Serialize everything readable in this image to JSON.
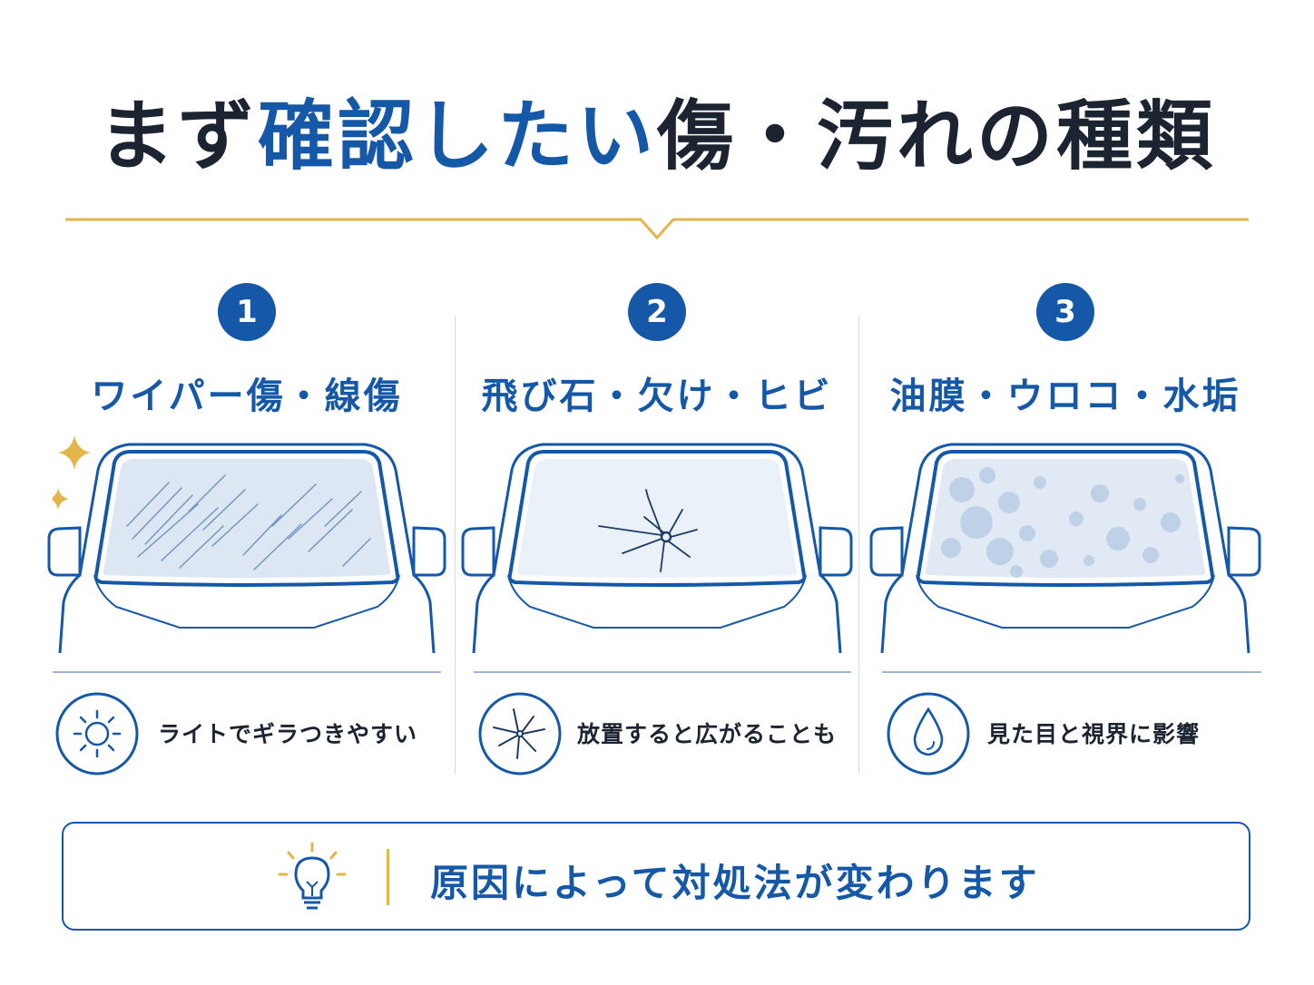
{
  "title": {
    "part1": "まず",
    "accent": "確認したい",
    "part2": "傷・汚れの種類"
  },
  "panels": [
    {
      "number": "1",
      "heading": "ワイパー傷・線傷",
      "note": "ライトでギラつきやすい",
      "icon": "sun-icon",
      "glass": "scratches"
    },
    {
      "number": "2",
      "heading": "飛び石・欠け・ヒビ",
      "note": "放置すると広がることも",
      "icon": "crack-icon",
      "glass": "chip-crack"
    },
    {
      "number": "3",
      "heading": "油膜・ウロコ・水垢",
      "note": "見た目と視界に影響",
      "icon": "water-drop-icon",
      "glass": "water-spots"
    }
  ],
  "footer": {
    "text": "原因によって対処法が変わります",
    "icon": "lightbulb-icon"
  },
  "colors": {
    "primary": "#1558a8",
    "accent_gold": "#e2b64b",
    "text": "#1c2331",
    "glass": "#dce7f3"
  }
}
